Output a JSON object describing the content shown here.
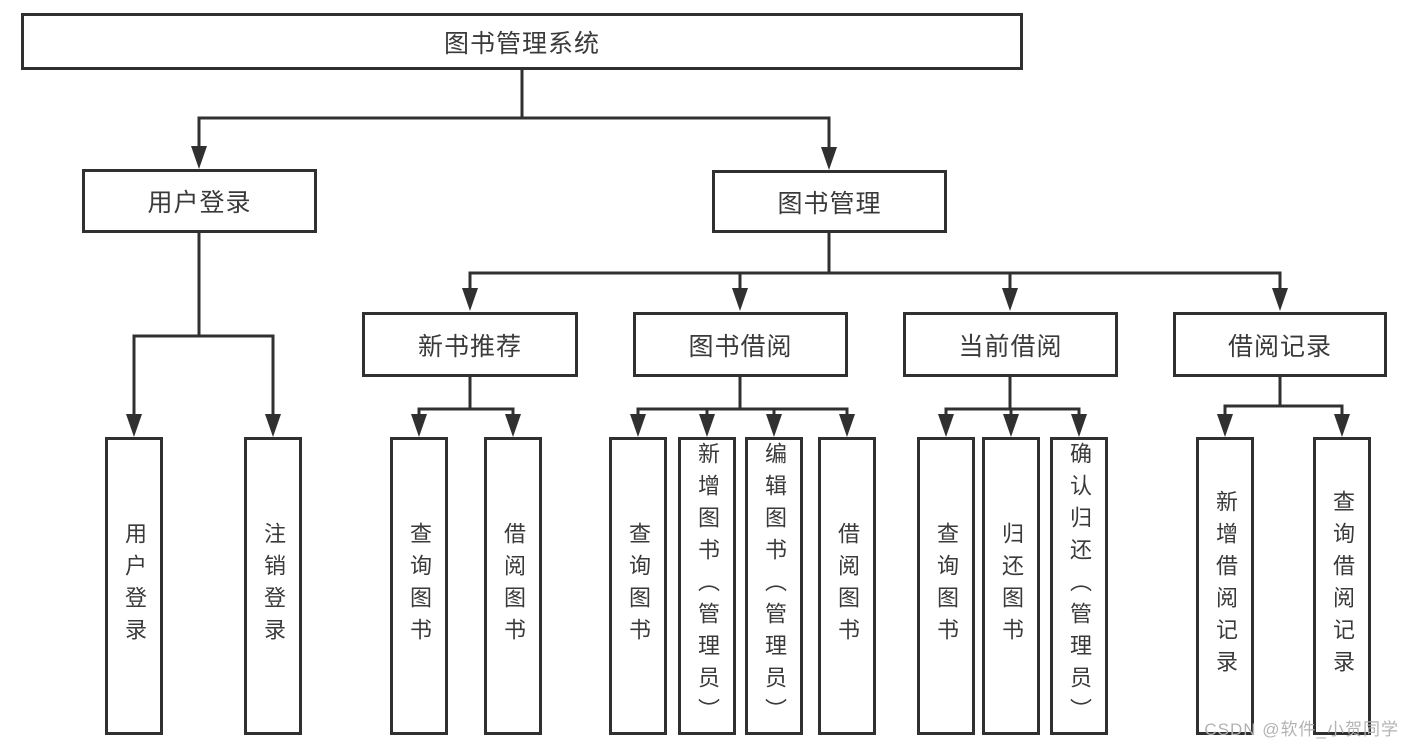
{
  "diagram_title": "图书管理系统",
  "tree": {
    "label": "图书管理系统",
    "children": [
      {
        "label": "用户登录",
        "children": [
          {
            "label": "用户登录"
          },
          {
            "label": "注销登录"
          }
        ]
      },
      {
        "label": "图书管理",
        "children": [
          {
            "label": "新书推荐",
            "children": [
              {
                "label": "查询图书"
              },
              {
                "label": "借阅图书"
              }
            ]
          },
          {
            "label": "图书借阅",
            "children": [
              {
                "label": "查询图书"
              },
              {
                "label": "新增图书（管理员）"
              },
              {
                "label": "编辑图书（管理员）"
              },
              {
                "label": "借阅图书"
              }
            ]
          },
          {
            "label": "当前借阅",
            "children": [
              {
                "label": "查询图书"
              },
              {
                "label": "归还图书"
              },
              {
                "label": "确认归还（管理员）"
              }
            ]
          },
          {
            "label": "借阅记录",
            "children": [
              {
                "label": "新增借阅记录"
              },
              {
                "label": "查询借阅记录"
              }
            ]
          }
        ]
      }
    ]
  },
  "watermark": {
    "text": "CSDN @软件_小贺同学"
  },
  "colors": {
    "line": "#303030",
    "box_border": "#303030",
    "text": "#3a3a3a",
    "watermark_text": "#b3b3b3",
    "background": "#ffffff"
  }
}
